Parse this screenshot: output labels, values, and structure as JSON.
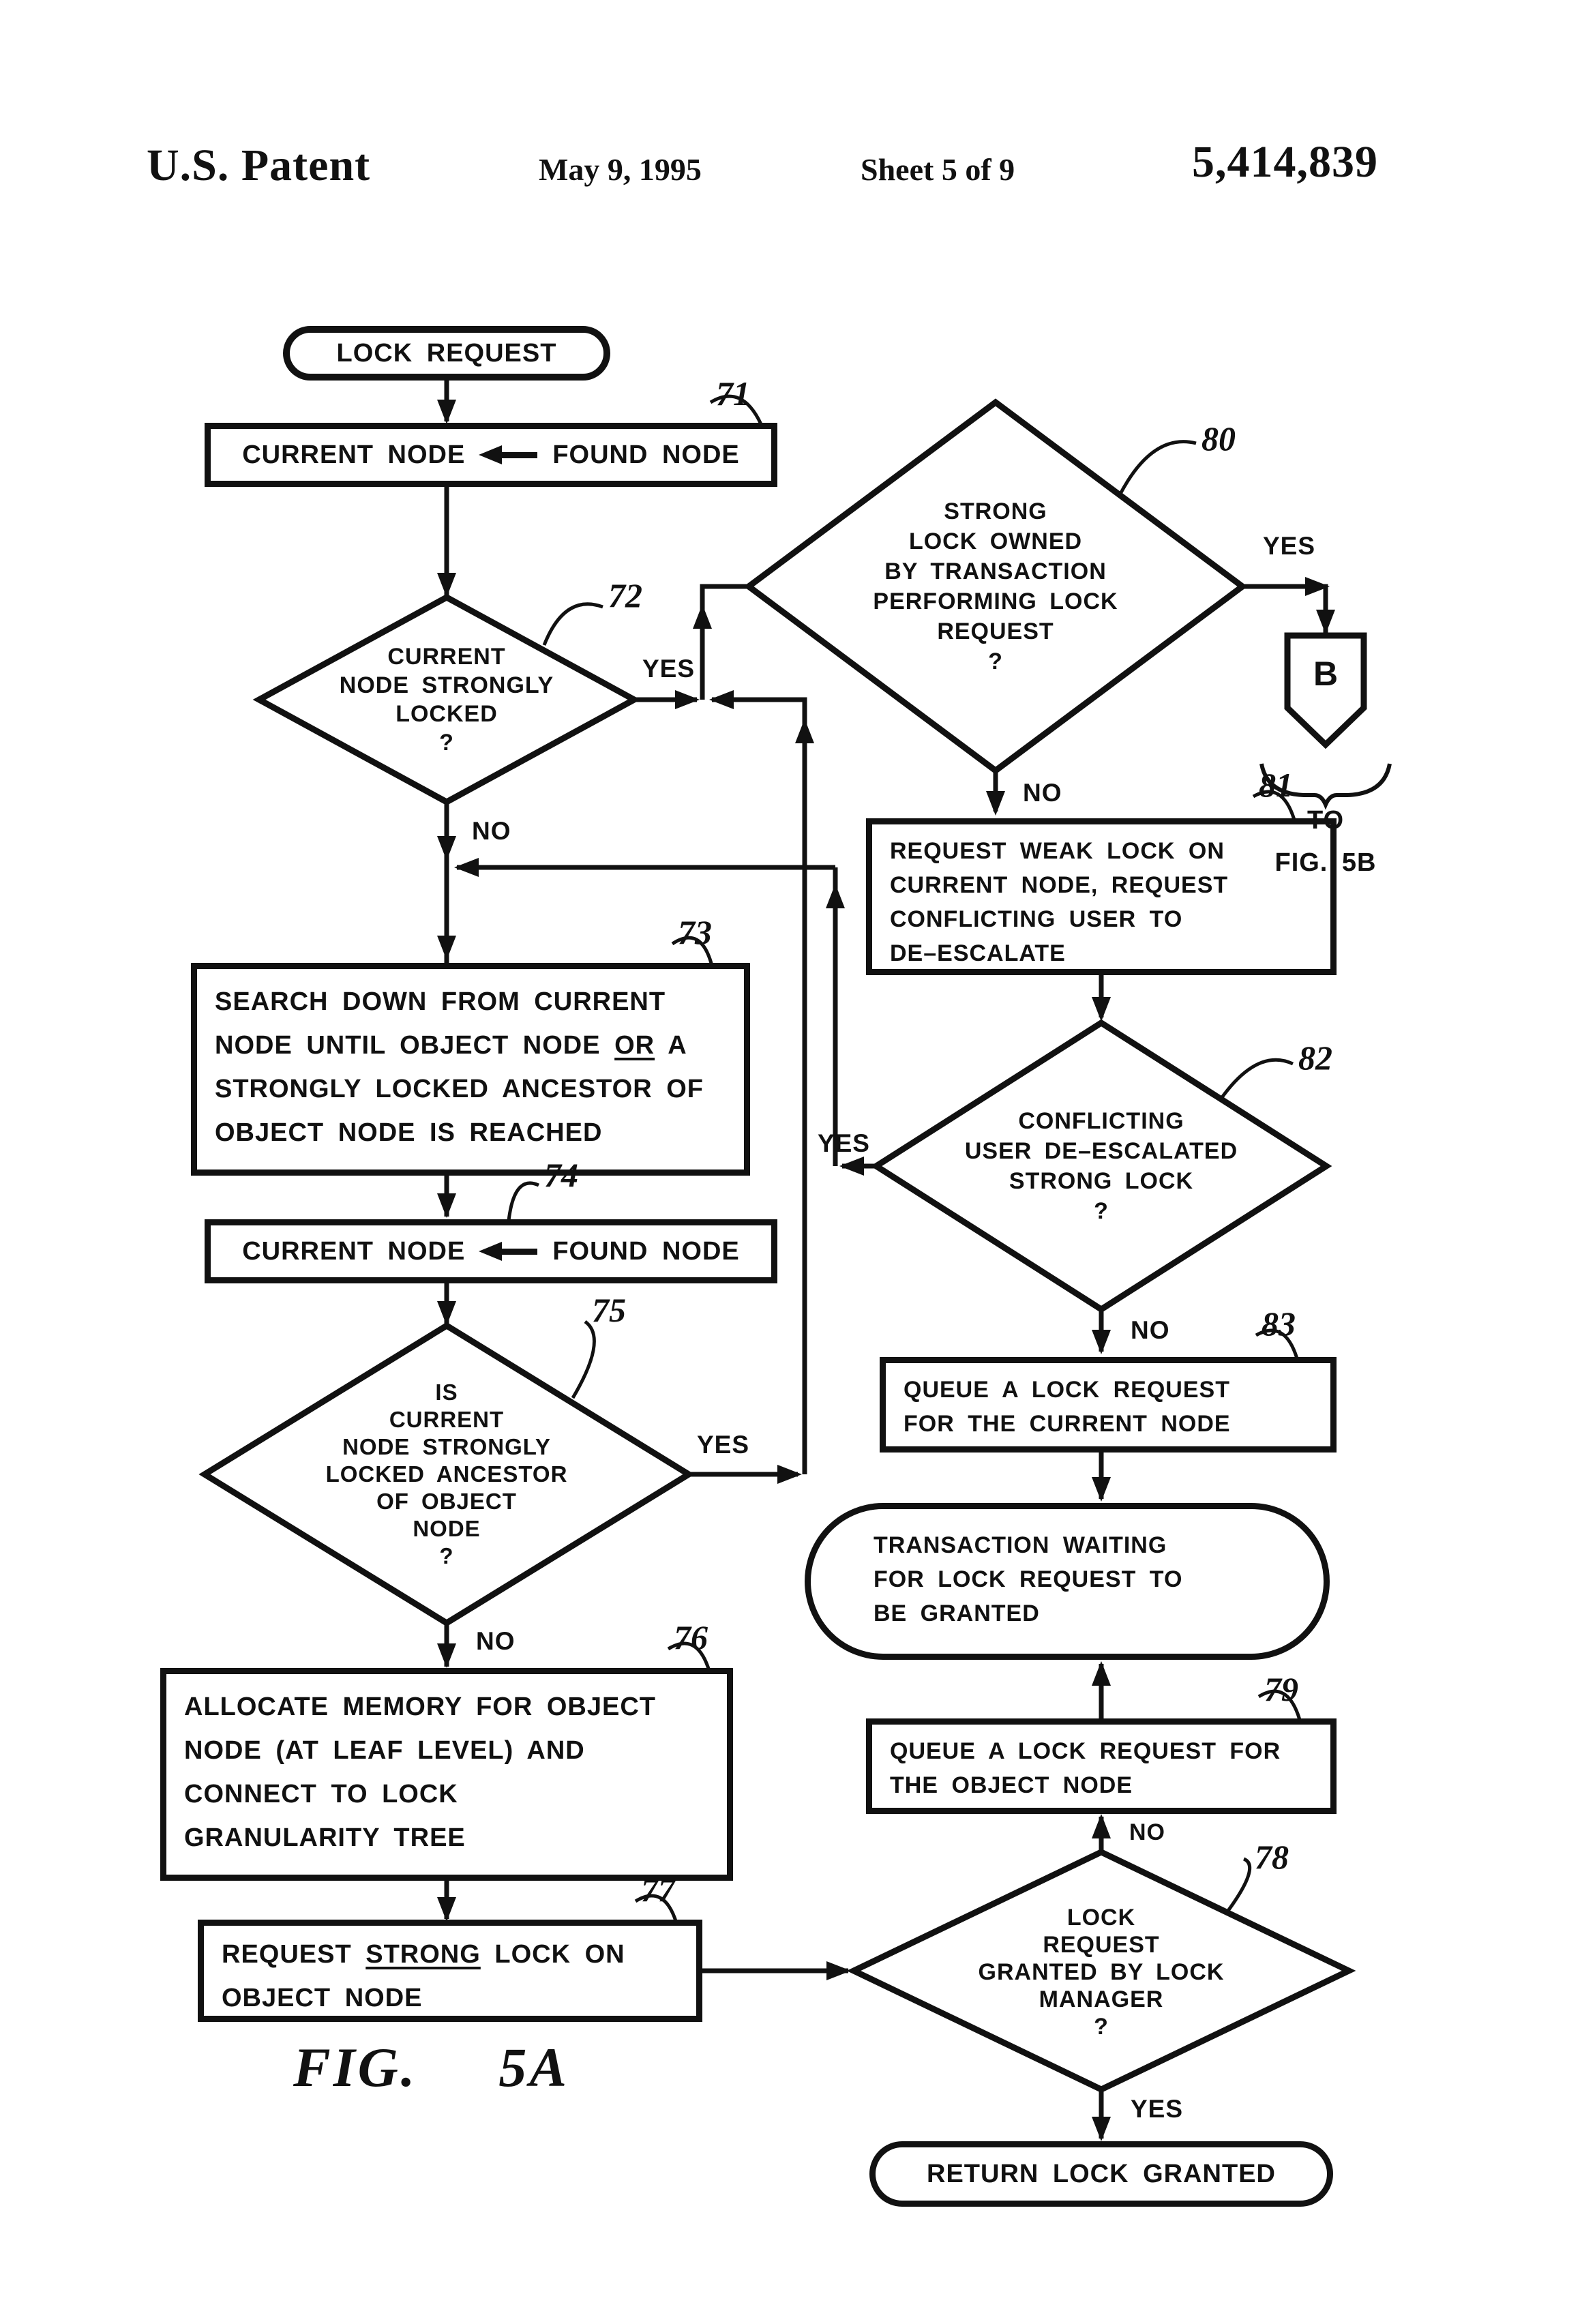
{
  "header": {
    "title": "U.S. Patent",
    "date": "May 9, 1995",
    "sheet": "Sheet 5 of 9",
    "patent_number": "5,414,839"
  },
  "figure": {
    "label": "FIG.",
    "number": "5A"
  },
  "colors": {
    "ink": "#111111",
    "paper": "#ffffff"
  },
  "offpage": {
    "letter": "B",
    "to": "TO",
    "fig": "FIG. 5B"
  },
  "nodes": {
    "start": {
      "text": "LOCK REQUEST"
    },
    "n71": {
      "ref": "71",
      "left": "CURRENT NODE",
      "right": "FOUND NODE"
    },
    "n72": {
      "ref": "72",
      "lines": [
        "CURRENT",
        "NODE STRONGLY",
        "LOCKED",
        "?"
      ],
      "yes": "YES",
      "no": "NO"
    },
    "n73": {
      "ref": "73",
      "line1": "SEARCH DOWN FROM CURRENT",
      "line2_pre": "NODE UNTIL OBJECT NODE ",
      "line2_u": "OR",
      "line2_post": " A",
      "line3": "STRONGLY LOCKED ANCESTOR OF",
      "line4": "OBJECT NODE IS REACHED"
    },
    "n74": {
      "ref": "74",
      "left": "CURRENT NODE",
      "right": "FOUND NODE"
    },
    "n75": {
      "ref": "75",
      "lines": [
        "IS",
        "CURRENT",
        "NODE STRONGLY",
        "LOCKED ANCESTOR",
        "OF OBJECT",
        "NODE",
        "?"
      ],
      "yes": "YES",
      "no": "NO"
    },
    "n76": {
      "ref": "76",
      "lines": [
        "ALLOCATE MEMORY FOR OBJECT",
        "NODE (AT LEAF LEVEL) AND",
        "CONNECT TO LOCK",
        "GRANULARITY TREE"
      ]
    },
    "n77": {
      "ref": "77",
      "line1_pre": "REQUEST ",
      "line1_u": "STRONG",
      "line1_post": " LOCK ON",
      "line2": "OBJECT NODE"
    },
    "n78": {
      "ref": "78",
      "lines": [
        "LOCK",
        "REQUEST",
        "GRANTED BY LOCK",
        "MANAGER",
        "?"
      ],
      "yes": "YES",
      "no": "NO"
    },
    "n79": {
      "ref": "79",
      "lines": [
        "QUEUE A LOCK REQUEST FOR",
        "THE OBJECT NODE"
      ]
    },
    "n80": {
      "ref": "80",
      "lines": [
        "STRONG",
        "LOCK OWNED",
        "BY TRANSACTION",
        "PERFORMING LOCK",
        "REQUEST",
        "?"
      ],
      "yes": "YES",
      "no": "NO"
    },
    "n81": {
      "ref": "81",
      "lines": [
        "REQUEST WEAK LOCK ON",
        "CURRENT NODE, REQUEST",
        "CONFLICTING USER TO",
        "DE–ESCALATE"
      ]
    },
    "n82": {
      "ref": "82",
      "lines": [
        "CONFLICTING",
        "USER DE–ESCALATED",
        "STRONG LOCK",
        "?"
      ],
      "yes": "YES",
      "no": "NO"
    },
    "n83": {
      "ref": "83",
      "lines": [
        "QUEUE A LOCK REQUEST",
        "FOR THE CURRENT NODE"
      ]
    },
    "wait": {
      "lines": [
        "TRANSACTION WAITING",
        "FOR LOCK REQUEST TO",
        "BE GRANTED"
      ]
    },
    "end": {
      "text": "RETURN LOCK GRANTED"
    }
  }
}
